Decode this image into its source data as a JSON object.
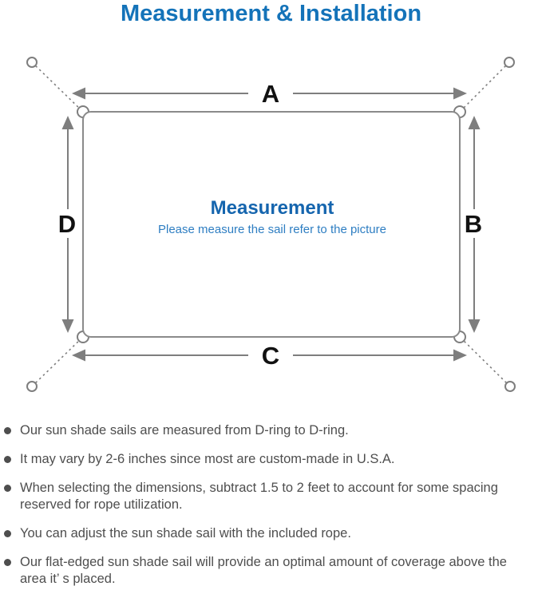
{
  "title": "Measurement & Installation",
  "colors": {
    "title_blue": "#1473b9",
    "center_blue": "#1565ae",
    "subtitle_blue": "#2e7ec2",
    "line_gray": "#7e7e7e",
    "label_black": "#111111",
    "text_gray": "#4e4e4e"
  },
  "diagram": {
    "center_title": "Measurement",
    "center_subtitle": "Please measure the sail refer to the picture",
    "labels": {
      "top": "A",
      "right": "B",
      "bottom": "C",
      "left": "D"
    }
  },
  "notes": [
    "Our sun shade sails are measured from D-ring to D-ring.",
    "It may vary by 2-6 inches since most are custom-made in U.S.A.",
    "When selecting the dimensions, subtract 1.5 to 2 feet to account for some spacing reserved for rope utilization.",
    "You can adjust the sun shade sail with the included rope.",
    "Our flat-edged sun shade sail will provide an optimal amount of coverage above the area it’ s placed."
  ]
}
